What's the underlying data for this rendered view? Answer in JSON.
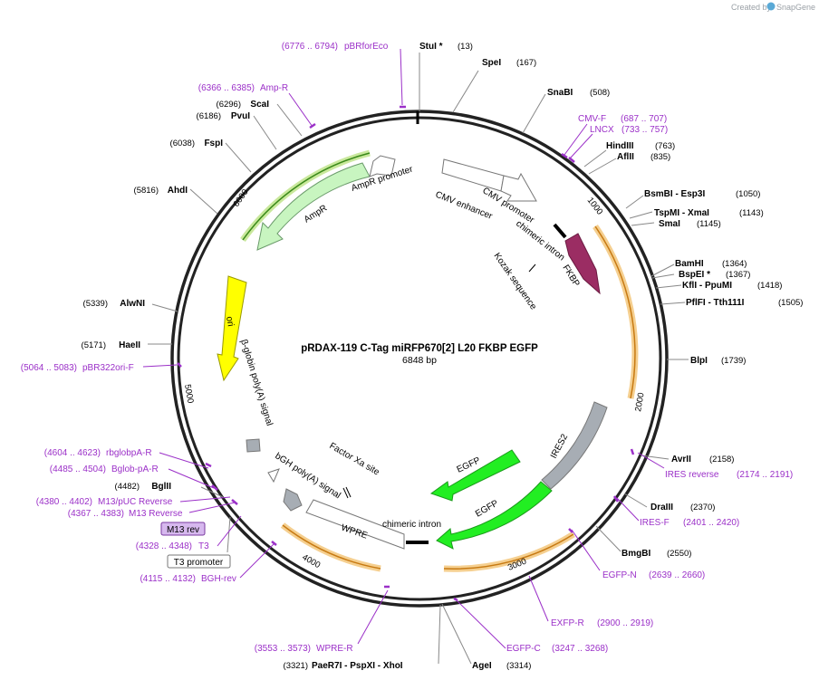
{
  "credit": {
    "created_by": "Created by",
    "brand": "SnapGene"
  },
  "plasmid": {
    "name": "pRDAX-119    C-Tag miRFP670[2] L20 FKBP EGFP",
    "length_label": "6848 bp",
    "length": 6848
  },
  "enzymes_right": [
    {
      "name": "StuI *",
      "pos": "(13)",
      "bp": 13
    },
    {
      "name": "SpeI",
      "pos": "(167)",
      "bp": 167
    },
    {
      "name": "SnaBI",
      "pos": "(508)",
      "bp": 508
    },
    {
      "name": "HindIII",
      "pos": "(763)",
      "bp": 763
    },
    {
      "name": "AflII",
      "pos": "(835)",
      "bp": 835
    },
    {
      "name": "BsmBI   - Esp3I",
      "pos": "(1050)",
      "bp": 1050
    },
    {
      "name": "TspMI   - XmaI",
      "pos": "(1143)",
      "bp": 1143
    },
    {
      "name": "SmaI",
      "pos": "(1145)",
      "bp": 1145
    },
    {
      "name": "BamHI",
      "pos": "(1364)",
      "bp": 1364
    },
    {
      "name": "BspEI *",
      "pos": "(1367)",
      "bp": 1367
    },
    {
      "name": "KflI   - PpuMI",
      "pos": "(1418)",
      "bp": 1418
    },
    {
      "name": "PflFI   - Tth111I",
      "pos": "(1505)",
      "bp": 1505
    },
    {
      "name": "BlpI",
      "pos": "(1739)",
      "bp": 1739
    },
    {
      "name": "AvrII",
      "pos": "(2158)",
      "bp": 2158
    },
    {
      "name": "DraIII",
      "pos": "(2370)",
      "bp": 2370
    },
    {
      "name": "BmgBI",
      "pos": "(2550)",
      "bp": 2550
    },
    {
      "name": "AgeI",
      "pos": "(3314)",
      "bp": 3314
    }
  ],
  "enzymes_left": [
    {
      "name": "PaeR7I   - PspXI   - XhoI",
      "pos": "(3321)",
      "bp": 3321
    },
    {
      "name": "BglII",
      "pos": "(4482)",
      "bp": 4482
    },
    {
      "name": "HaeII",
      "pos": "(5171)",
      "bp": 5171
    },
    {
      "name": "AlwNI",
      "pos": "(5339)",
      "bp": 5339
    },
    {
      "name": "AhdI",
      "pos": "(5816)",
      "bp": 5816
    },
    {
      "name": "FspI",
      "pos": "(6038)",
      "bp": 6038
    },
    {
      "name": "PvuI",
      "pos": "(6186)",
      "bp": 6186
    },
    {
      "name": "ScaI",
      "pos": "(6296)",
      "bp": 6296
    }
  ],
  "primers": [
    {
      "name": "pBRforEco",
      "pos": "(6776 .. 6794)"
    },
    {
      "name": "Amp-R",
      "pos": "(6366 .. 6385)"
    },
    {
      "name": "CMV-F",
      "pos": "(687 .. 707)"
    },
    {
      "name": "LNCX",
      "pos": "(733 .. 757)"
    },
    {
      "name": "IRES reverse",
      "pos": "(2174 .. 2191)"
    },
    {
      "name": "IRES-F",
      "pos": "(2401 .. 2420)"
    },
    {
      "name": "EGFP-N",
      "pos": "(2639 .. 2660)"
    },
    {
      "name": "EXFP-R",
      "pos": "(2900 .. 2919)"
    },
    {
      "name": "EGFP-C",
      "pos": "(3247 .. 3268)"
    },
    {
      "name": "WPRE-R",
      "pos": "(3553 .. 3573)"
    },
    {
      "name": "BGH-rev",
      "pos": "(4115 .. 4132)"
    },
    {
      "name": "T3",
      "pos": "(4328 .. 4348)"
    },
    {
      "name": "M13 Reverse",
      "pos": "(4367 .. 4383)"
    },
    {
      "name": "M13/pUC Reverse",
      "pos": "(4380 .. 4402)"
    },
    {
      "name": "Bglob-pA-R",
      "pos": "(4485 .. 4504)"
    },
    {
      "name": "rbglobpA-R",
      "pos": "(4604 .. 4623)"
    },
    {
      "name": "pBR322ori-F",
      "pos": "(5064 .. 5083)"
    }
  ],
  "boxed_labels": {
    "m13rev": "M13 rev",
    "t3promoter": "T3 promoter"
  },
  "features": {
    "cmv_enhancer": "CMV enhancer",
    "cmv_promoter": "CMV promoter",
    "chimeric_intron_1": "chimeric intron",
    "kozak": "Kozak sequence",
    "fkbp": "FKBP",
    "ires2": "IRES2",
    "egfp_1": "EGFP",
    "egfp_2": "EGFP",
    "chimeric_intron_2": "chimeric intron",
    "wpre": "WPRE",
    "bgh": "bGH poly(A) signal",
    "factor_xa": "Factor Xa site",
    "bglobin": "β-globin poly(A) signal",
    "ori": "ori",
    "ampr": "AmpR",
    "ampr_promoter": "AmpR promoter"
  },
  "ticks": {
    "t1000": "1000",
    "t2000": "2000",
    "t3000": "3000",
    "t4000": "4000",
    "t5000": "5000",
    "t6000": "6000"
  },
  "colors": {
    "primer": "#9b30c8",
    "fkbp": "#9b2d63",
    "egfp": "#22ee22",
    "ires": "#a7adb4",
    "ori": "#ffff00",
    "ampr": "#c8f5c0",
    "orf": "#f0a030",
    "ampr_orf": "#3a8a1a"
  }
}
